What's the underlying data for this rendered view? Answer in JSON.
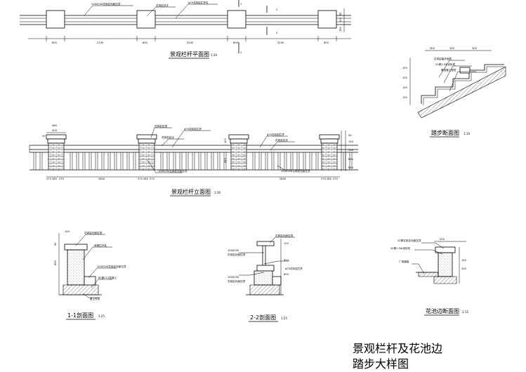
{
  "titles": {
    "plan": "景观栏杆平面图",
    "elevation": "景观栏杆立面图",
    "step": "踏步断面图",
    "sec11": "1-1剖面图",
    "sec22": "2-2剖面图",
    "pool": "花池边断面图"
  },
  "scales": {
    "plan": "1:30",
    "elevation": "1:30",
    "step": "1:10",
    "sec11": "1:25",
    "sec22": "1:25",
    "pool": "1:15"
  },
  "sheet_title": {
    "line1": "景观栏杆及花池边",
    "line2": "踏步大样图"
  },
  "section_marks": {
    "one": "1",
    "two": "2"
  },
  "plan_dims": [
    "600",
    "2740",
    "600",
    "3240",
    "600",
    "3240",
    "600"
  ],
  "elevation_dims": [
    "270",
    "280",
    "270",
    "2800",
    "270",
    "280",
    "270",
    "2800",
    "270",
    "280",
    "270"
  ],
  "notes": {
    "plan_a": "100X250花岗岩光面压顶",
    "plan_b": "花岗岩扶手",
    "plan_c": "φ75花岗岩栏杆柱",
    "elev_a": "花岗岩压顶",
    "elev_b": "φ75花岗岩栏杆",
    "elev_c": "花岗岩扶手",
    "elev_d": "100X250花岗岩光面压顶",
    "step_a": "花岗岩踏步面层",
    "step_b": "20厚1:3水泥砂浆",
    "step_c": "素混凝土垫层",
    "sec11_a": "花岗岩光面压顶",
    "sec11_b": "砖砌栏杆柱",
    "sec11_c": "100X250花岗岩光面压顶",
    "sec11_d": "80厚C15混凝土",
    "sec11_e": "素土夯实",
    "sec22_a": "100X250",
    "sec22_b": "花岗岩光面压顶",
    "sec22_c": "φ75花岗岩栏杆",
    "pool_a": "20厚花岗岩光面压顶",
    "pool_b": "20厚1:3水泥砂浆",
    "pool_c": "广场铺装"
  }
}
